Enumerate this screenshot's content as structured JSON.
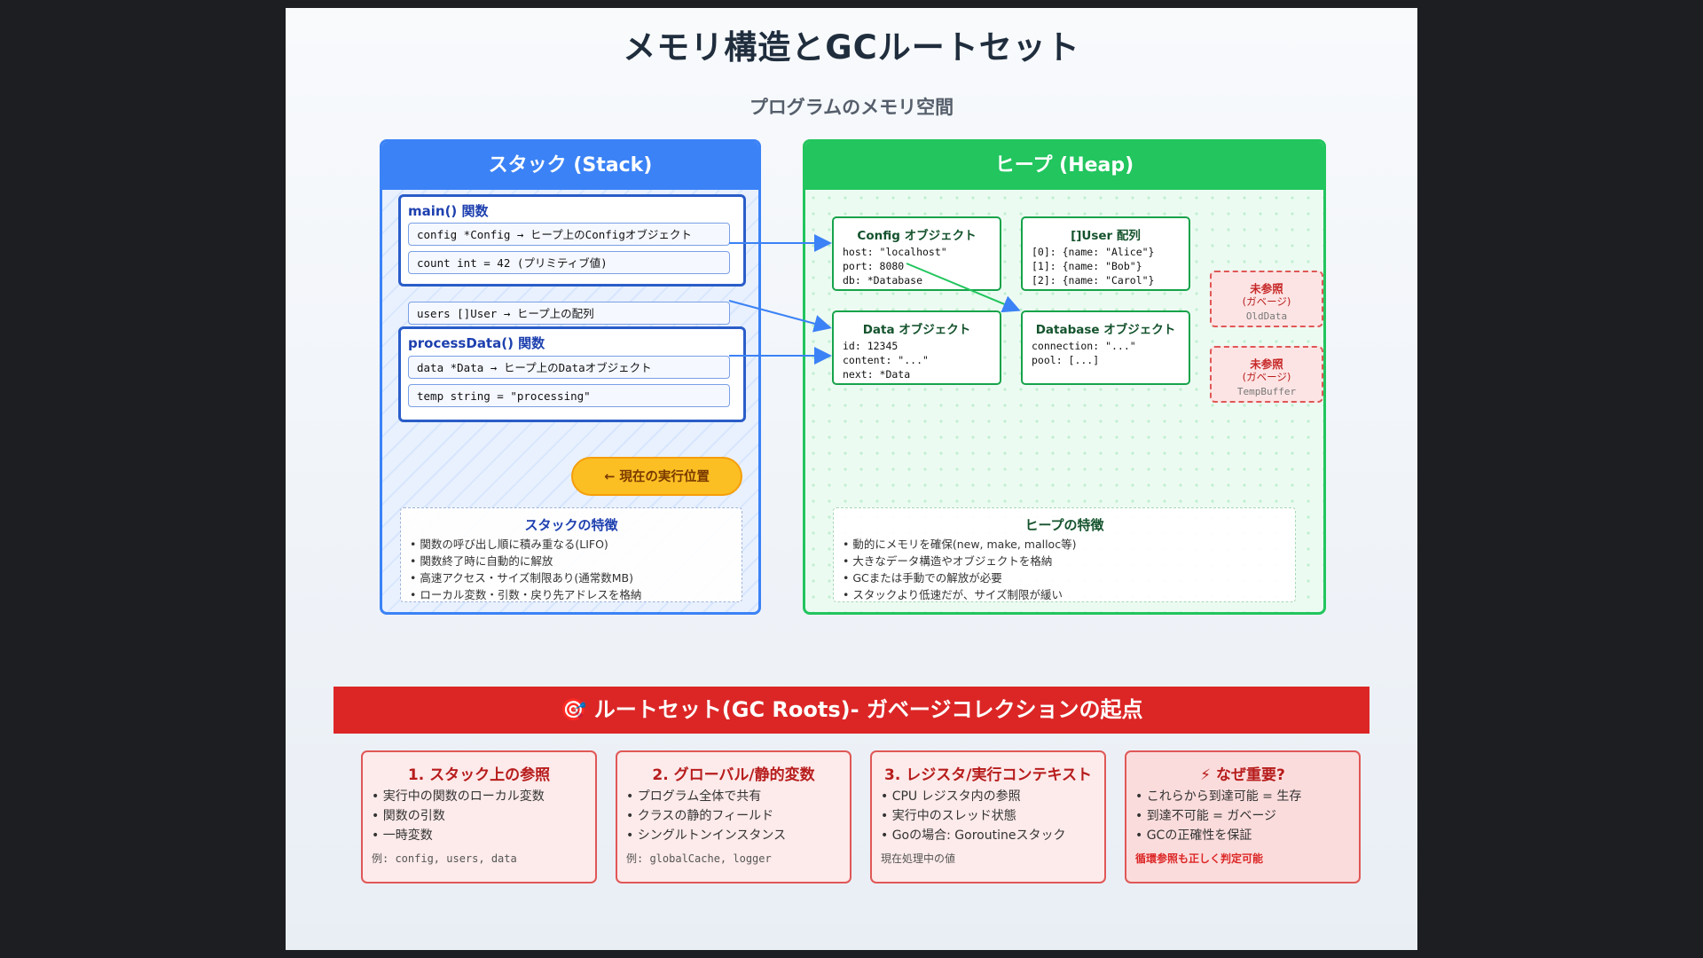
{
  "title": "メモリ構造とGCルートセット",
  "subtitle": "プログラムのメモリ空間",
  "stack": {
    "header": "スタック (Stack)",
    "frames": [
      {
        "title": "main() 関数",
        "vars": [
          "config *Config → ヒープ上のConfigオブジェクト",
          "count int = 42 (プリミティブ値)",
          "users []User → ヒープ上の配列"
        ]
      },
      {
        "title": "processData() 関数",
        "vars": [
          "data *Data → ヒープ上のDataオブジェクト",
          "temp string = \"processing\""
        ]
      }
    ],
    "exec_position": "← 現在の実行位置",
    "features": {
      "title": "スタックの特徴",
      "items": [
        "• 関数の呼び出し順に積み重なる(LIFO)",
        "• 関数終了時に自動的に解放",
        "• 高速アクセス・サイズ制限あり(通常数MB)",
        "• ローカル変数・引数・戻り先アドレスを格納"
      ]
    }
  },
  "heap": {
    "header": "ヒープ (Heap)",
    "objects": [
      {
        "title": "Config オブジェクト",
        "lines": [
          "host: \"localhost\"",
          "port: 8080",
          "db: *Database"
        ]
      },
      {
        "title": "[]User 配列",
        "lines": [
          "[0]: {name: \"Alice\"}",
          "[1]: {name: \"Bob\"}",
          "[2]: {name: \"Carol\"}"
        ]
      },
      {
        "title": "Data オブジェクト",
        "lines": [
          "id: 12345",
          "content: \"...\"",
          "next: *Data"
        ]
      },
      {
        "title": "Database オブジェクト",
        "lines": [
          "connection: \"...\"",
          "pool: [...]"
        ]
      }
    ],
    "garbage": [
      {
        "title": "未参照",
        "sub": "(ガベージ)",
        "name": "OldData"
      },
      {
        "title": "未参照",
        "sub": "(ガベージ)",
        "name": "TempBuffer"
      }
    ],
    "features": {
      "title": "ヒープの特徴",
      "items": [
        "• 動的にメモリを確保(new, make, malloc等)",
        "• 大きなデータ構造やオブジェクトを格納",
        "• GCまたは手動での解放が必要",
        "• スタックより低速だが、サイズ制限が緩い"
      ]
    }
  },
  "roots": {
    "banner": "🎯 ルートセット(GC Roots)- ガベージコレクションの起点",
    "cards": [
      {
        "title": "1. スタック上の参照",
        "items": [
          "• 実行中の関数のローカル変数",
          "• 関数の引数",
          "• 一時変数"
        ],
        "note": "例: config, users, data"
      },
      {
        "title": "2. グローバル/静的変数",
        "items": [
          "• プログラム全体で共有",
          "• クラスの静的フィールド",
          "• シングルトンインスタンス"
        ],
        "note": "例: globalCache, logger"
      },
      {
        "title": "3. レジスタ/実行コンテキスト",
        "items": [
          "• CPU レジスタ内の参照",
          "• 実行中のスレッド状態",
          "• Goの場合: Goroutineスタック"
        ],
        "note": "現在処理中の値"
      },
      {
        "title": "⚡ なぜ重要?",
        "items": [
          "• これらから到達可能 = 生存",
          "• 到達不可能 = ガベージ",
          "• GCの正確性を保証"
        ],
        "note": "循環参照も正しく判定可能"
      }
    ]
  },
  "colors": {
    "stack": "#3b82f6",
    "heap": "#22c55e",
    "roots": "#dc2626",
    "exec": "#fbbf24"
  }
}
